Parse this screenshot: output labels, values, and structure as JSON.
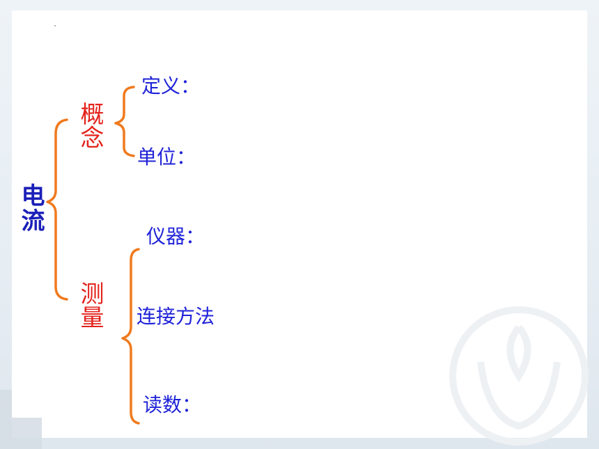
{
  "root": {
    "label": "电流"
  },
  "branches": [
    {
      "label": "概念",
      "items": [
        {
          "label": "定义："
        },
        {
          "label": "单位："
        }
      ]
    },
    {
      "label": "测量",
      "items": [
        {
          "label": "仪器："
        },
        {
          "label": "连接方法"
        },
        {
          "label": "读数："
        }
      ]
    }
  ],
  "colors": {
    "bracket": "#f07a1e",
    "root_text": "#1a1fb8",
    "branch_text": "#e3231c",
    "item_text": "#1f23d8"
  },
  "icons": [
    "hands-leaf-watermark-icon"
  ]
}
